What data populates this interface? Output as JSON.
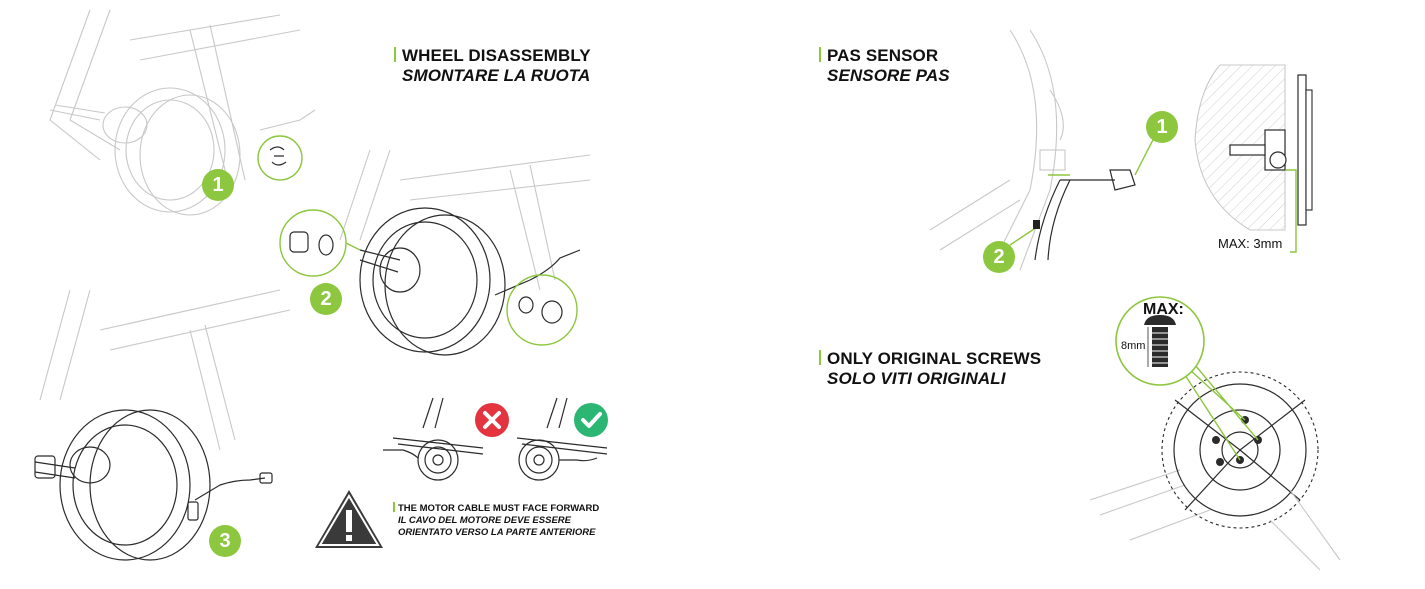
{
  "sections": {
    "wheel": {
      "title": "WHEEL DISASSEMBLY",
      "subtitle": "SMONTARE LA RUOTA"
    },
    "pas": {
      "title": "PAS SENSOR",
      "subtitle": "SENSORE PAS"
    },
    "screws": {
      "title": "ONLY ORIGINAL SCREWS",
      "subtitle": "SOLO VITI ORIGINALI"
    }
  },
  "steps": {
    "wheel_1": "1",
    "wheel_2": "2",
    "wheel_3": "3",
    "pas_1": "1",
    "pas_2": "2"
  },
  "motor_note": {
    "line1": "THE MOTOR CABLE MUST FACE FORWARD",
    "line2": "IL CAVO DEL MOTORE DEVE ESSERE",
    "line3": "ORIENTATO VERSO LA PARTE ANTERIORE"
  },
  "pas_detail": {
    "max_label": "MAX: 3mm"
  },
  "screw_detail": {
    "max_label": "MAX:",
    "length_label": "8mm"
  },
  "icons": {
    "wrong": "x-circle-icon",
    "right": "check-circle-icon",
    "warning": "warning-triangle-icon"
  },
  "colors": {
    "accent": "#8dc63f",
    "error": "#e3343f",
    "ok": "#2bb673",
    "line": "#2b2b2b"
  }
}
